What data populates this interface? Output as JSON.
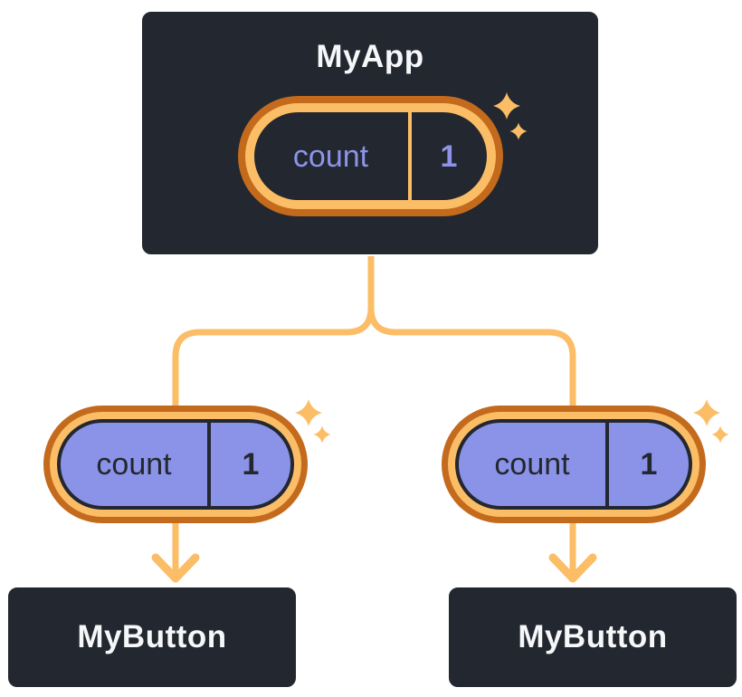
{
  "page": {
    "background": "#FFFFFF"
  },
  "colors": {
    "node_background": "#23272F",
    "node_border": "#FFFFFF",
    "title_text": "#F6F7F9",
    "orange_dark": "#C46A1D",
    "orange_light": "#FBBD66",
    "purple_fill": "#8B93E8",
    "purple_text": "#8C94EA",
    "dark_text": "#23272F"
  },
  "icons": {
    "sparkle_large": "four-point-star",
    "sparkle_small": "four-point-star",
    "arrow_down": "orange-down-arrow"
  },
  "diagram": {
    "type": "react-component-tree",
    "root": {
      "title": "MyApp",
      "state_pill": {
        "label": "count",
        "value": "1"
      }
    },
    "children": [
      {
        "title": "MyButton",
        "prop_pill": {
          "label": "count",
          "value": "1"
        }
      },
      {
        "title": "MyButton",
        "prop_pill": {
          "label": "count",
          "value": "1"
        }
      }
    ]
  }
}
